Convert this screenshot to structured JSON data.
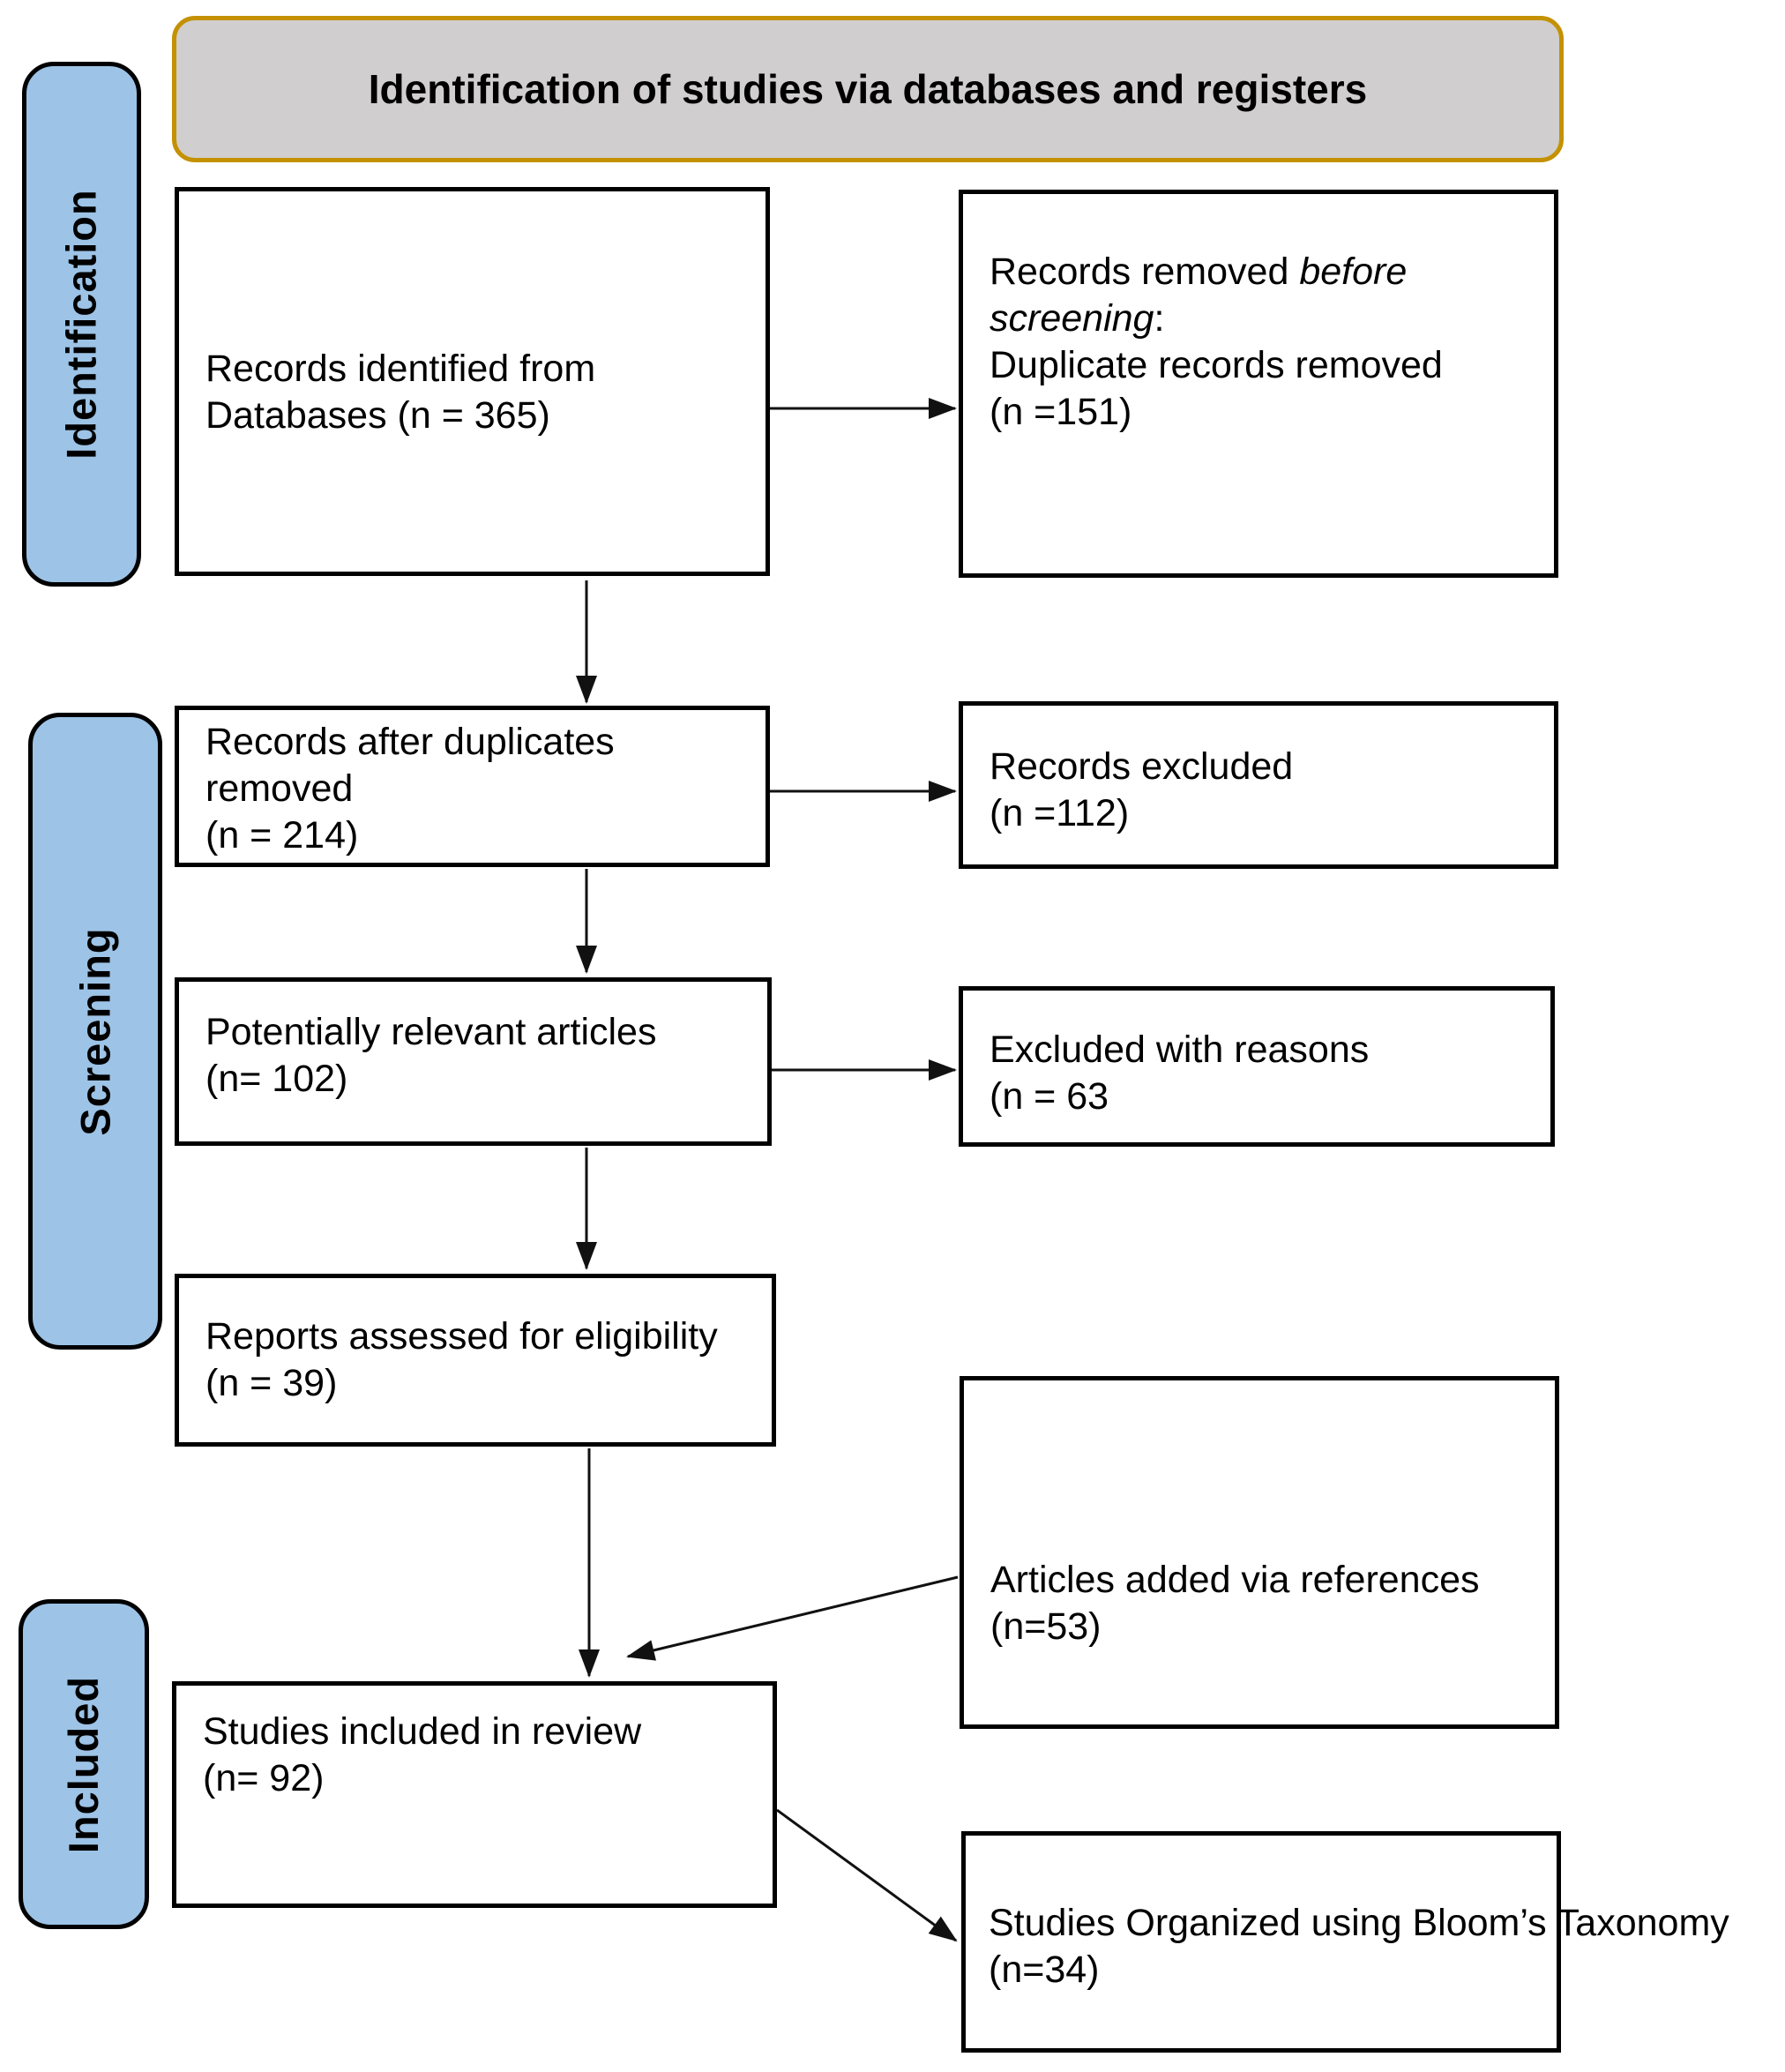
{
  "header": {
    "title": "Identification of studies via databases and registers"
  },
  "colors": {
    "sidebar_fill": "#9DC3E6",
    "header_fill": "#D0CECE",
    "header_border": "#C49102",
    "box_border": "#000000",
    "arrow": "#111111"
  },
  "sidebars": {
    "identification": "Identification",
    "screening": "Screening",
    "included": "Included"
  },
  "boxes": {
    "records_identified": {
      "line1": "Records identified from",
      "line2": "Databases (n = 365)"
    },
    "records_removed": {
      "line1_regular": "Records removed ",
      "line1_italic": "before",
      "line2_italic": "screening",
      "line2_colon": ":",
      "line3": "Duplicate records removed",
      "line4": "(n =151)"
    },
    "records_after_duplicates": {
      "line1": "Records after duplicates",
      "line2": "removed",
      "line3": "(n = 214)"
    },
    "records_excluded": {
      "line1": "Records excluded",
      "line2": "(n =112)"
    },
    "potentially_relevant": {
      "line1": "Potentially relevant articles",
      "line2": "(n= 102)"
    },
    "excluded_with_reasons": {
      "line1": "Excluded with reasons",
      "line2": "(n = 63"
    },
    "reports_assessed": {
      "line1": "Reports assessed for eligibility",
      "line2": "(n = 39)"
    },
    "articles_added": {
      "line1": "Articles added via references",
      "line2": "(n=53)"
    },
    "studies_included": {
      "line1": "Studies included in review",
      "line2": "(n= 92)"
    },
    "studies_organized": {
      "line1": "Studies Organized using Bloom’s Taxonomy",
      "line2": "(n=34)"
    }
  }
}
